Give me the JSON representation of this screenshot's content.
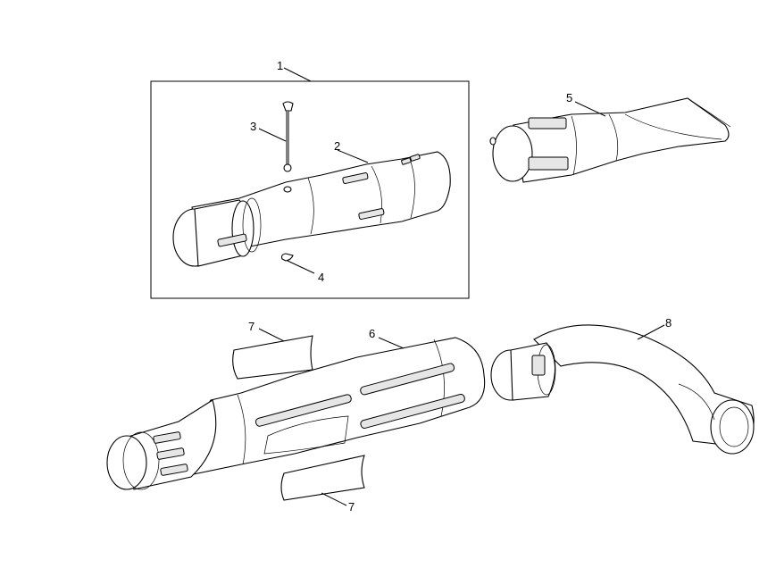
{
  "callouts": [
    {
      "id": "c1",
      "label": "1"
    },
    {
      "id": "c2",
      "label": "2"
    },
    {
      "id": "c3",
      "label": "3"
    },
    {
      "id": "c4",
      "label": "4"
    },
    {
      "id": "c5",
      "label": "5"
    },
    {
      "id": "c6",
      "label": "6"
    },
    {
      "id": "c7a",
      "label": "7"
    },
    {
      "id": "c7b",
      "label": "7"
    },
    {
      "id": "c8",
      "label": "8"
    }
  ]
}
